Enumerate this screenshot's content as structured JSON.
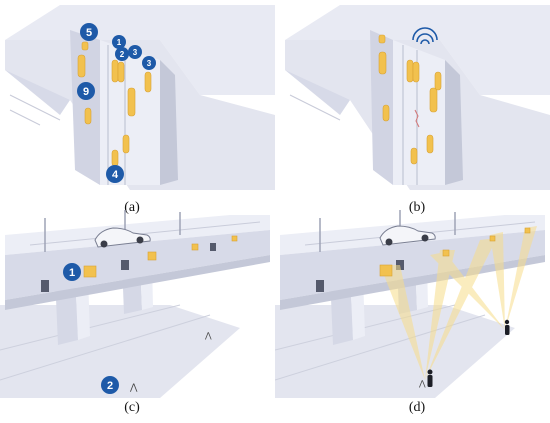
{
  "figure": {
    "captions": [
      "(a)",
      "(b)",
      "(c)",
      "(d)"
    ]
  },
  "panel_a": {
    "badges": [
      {
        "label": "5"
      },
      {
        "label": "1"
      },
      {
        "label": "2"
      },
      {
        "label": "3"
      },
      {
        "label": "3"
      },
      {
        "label": "9"
      },
      {
        "label": "4"
      }
    ]
  },
  "panel_c": {
    "badges": [
      {
        "label": "1"
      },
      {
        "label": "2"
      }
    ]
  },
  "colors": {
    "badge": "#1e5aa8",
    "sensor": "#f2c14e",
    "beam": "#f7dd8a",
    "structure_light": "#eceef6",
    "structure_mid": "#d5d8e6",
    "structure_dark": "#b7bbcc",
    "ground": "#e3e5ef"
  }
}
